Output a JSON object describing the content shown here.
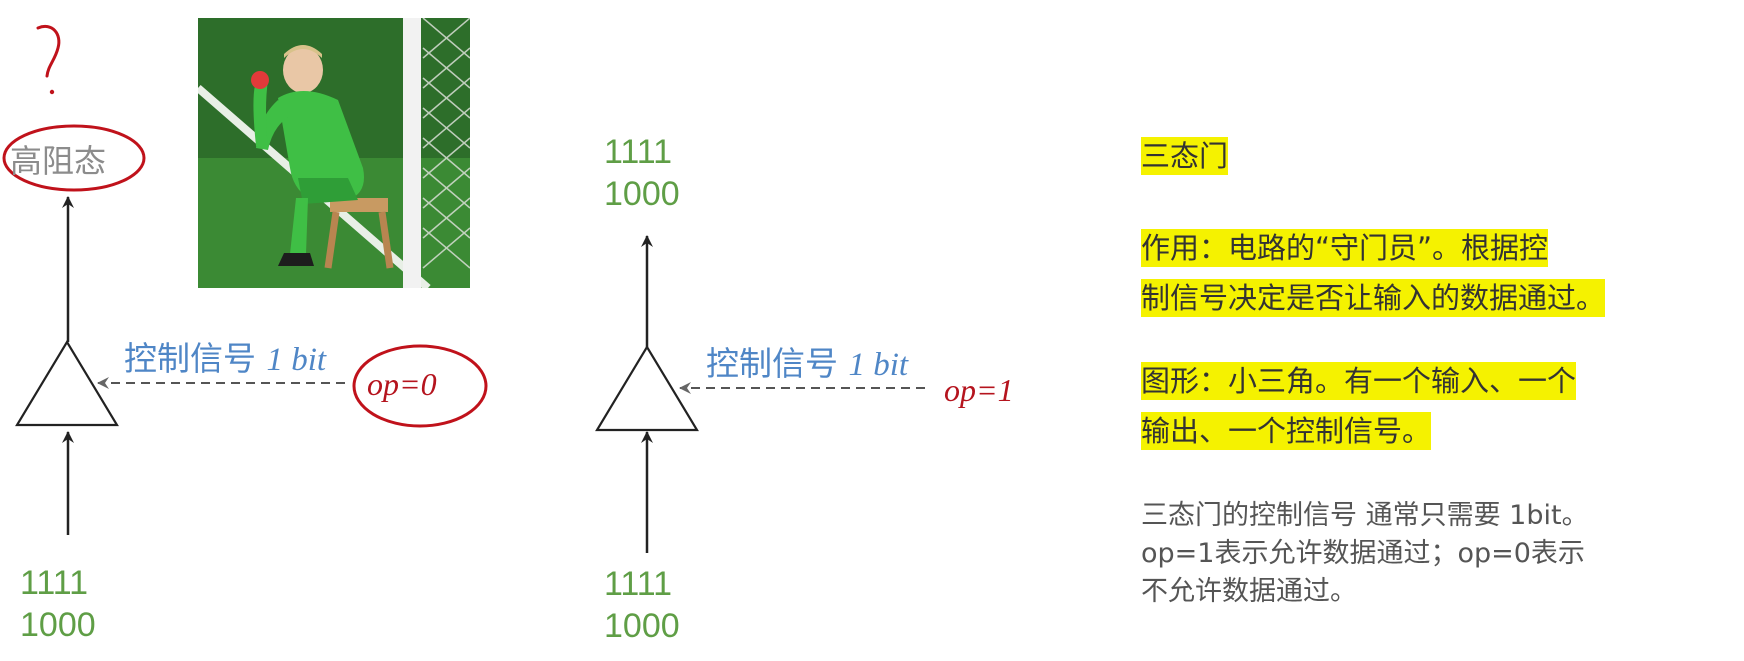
{
  "left_diagram": {
    "output_label": "高阻态",
    "input_bits": [
      "1111",
      "1000"
    ],
    "control_label": "控制信号",
    "control_width": "1 bit",
    "op_value": "op=0",
    "annotation_mark": "?"
  },
  "right_diagram": {
    "output_bits": [
      "1111",
      "1000"
    ],
    "input_bits": [
      "1111",
      "1000"
    ],
    "control_label": "控制信号",
    "control_width": "1 bit",
    "op_value": "op=1"
  },
  "notes": {
    "title": "三态门",
    "function_lines": [
      "作用：电路的“守门员”。根据控",
      "制信号决定是否让输入的数据通过。"
    ],
    "shape_lines": [
      "图形：小三角。有一个输入、一个",
      "输出、一个控制信号。"
    ],
    "detail_lines": [
      "三态门的控制信号 通常只需要 1bit。",
      "op=1表示允许数据通过；op=0表示",
      "不允许数据通过。"
    ]
  },
  "colors": {
    "bits_green": "#5f9e46",
    "control_blue": "#4f86c6",
    "op_red": "#b5141e",
    "highlight_yellow": "#f5f200",
    "annotation_red": "#c0121b"
  }
}
